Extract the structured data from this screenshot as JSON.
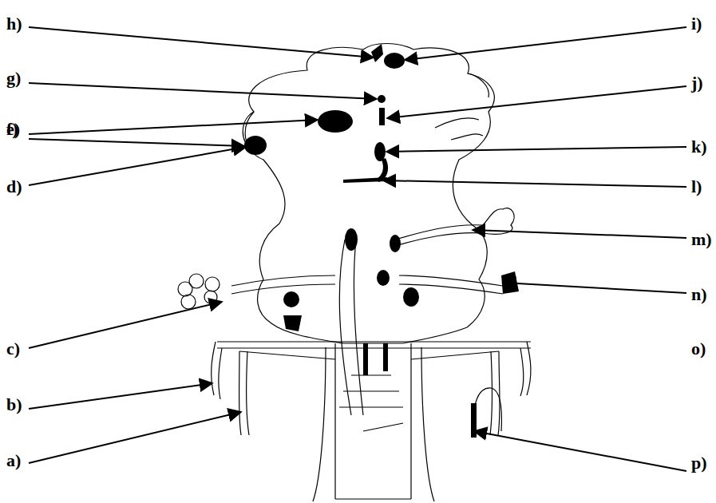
{
  "diagram": {
    "labels": [
      "a)",
      "b)",
      "c)",
      "d)",
      "e)",
      "f)",
      "g)",
      "h)",
      "i)",
      "j)",
      "k)",
      "l)",
      "m)",
      "n)",
      "o)",
      "p)"
    ]
  }
}
